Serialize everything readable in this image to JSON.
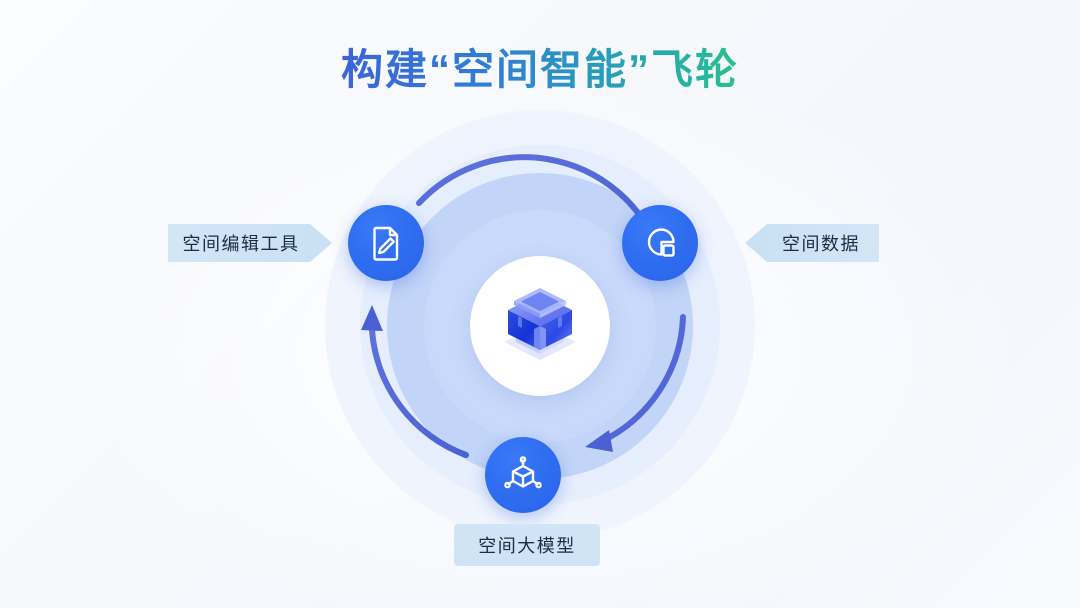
{
  "page": {
    "title": "构建“空间智能”飞轮",
    "background_color": "#f6f9fc",
    "title_gradient_start": "#3d63d8",
    "title_gradient_end": "#27c08f"
  },
  "diagram": {
    "type": "cycle-flywheel",
    "direction": "clockwise",
    "ring_color": "#c2d4f7",
    "halo_color": "#eef3fd",
    "arrow_color": "#5167d6",
    "node_color": "#2f6ef0",
    "label_background": "#cfe3f5",
    "label_text_color": "#1d2c46",
    "center": {
      "name": "center-cube-emblem",
      "icon": "3d-cube-icon",
      "medallion_color": "#ffffff"
    },
    "nodes": [
      {
        "id": "tools",
        "icon": "document-edit-icon",
        "label": "空间编辑工具",
        "label_shape": "chevron-right",
        "position": "left"
      },
      {
        "id": "data",
        "icon": "data-chart-icon",
        "label": "空间数据",
        "label_shape": "chevron-left",
        "position": "right"
      },
      {
        "id": "model",
        "icon": "cube-node-icon",
        "label": "空间大模型",
        "label_shape": "rounded-rect",
        "position": "bottom"
      }
    ],
    "arrows": [
      {
        "id": "arrow-tools-to-data",
        "from": "tools",
        "to": "data",
        "head": "top-right"
      },
      {
        "id": "arrow-data-to-model",
        "from": "data",
        "to": "model",
        "head": "bottom-right"
      },
      {
        "id": "arrow-model-to-tools",
        "from": "model",
        "to": "tools",
        "head": "left"
      }
    ]
  }
}
